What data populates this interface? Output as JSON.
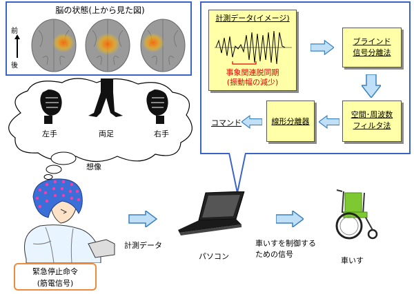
{
  "brain_panel": {
    "title": "脳の状態(上から見た図)",
    "front": "前",
    "back": "後"
  },
  "imagination": {
    "left_hand": "左手",
    "both_feet": "両足",
    "right_hand": "右手",
    "caption": "想像"
  },
  "process": {
    "measurement_box": {
      "title": "計測データ(イメージ)",
      "note_line1": "事象関連脱同期",
      "note_line2": "(振動幅の減少)"
    },
    "blind_box": {
      "line1": "ブラインド",
      "line2": "信号分離法"
    },
    "spatial_box": {
      "line1": "空間･周波数",
      "line2": "フィルタ法"
    },
    "linear_box": {
      "label": "線形分離器"
    },
    "command": "コマンド"
  },
  "flow": {
    "measurement_data": "計測データ",
    "pc": "パソコン",
    "signal_line1": "車いすを制御する",
    "signal_line2": "ための信号",
    "wheelchair": "車いす"
  },
  "emergency": {
    "line1": "緊急停止命令",
    "line2": "(筋電信号)"
  },
  "colors": {
    "panel_border": "#3a63c7",
    "box_fill": "#ffffa8",
    "arrow_fill": "#5b9bd5",
    "red_note": "#e00000",
    "emergency_border": "#ee8a3a",
    "wheelchair_green": "#7ec832"
  }
}
